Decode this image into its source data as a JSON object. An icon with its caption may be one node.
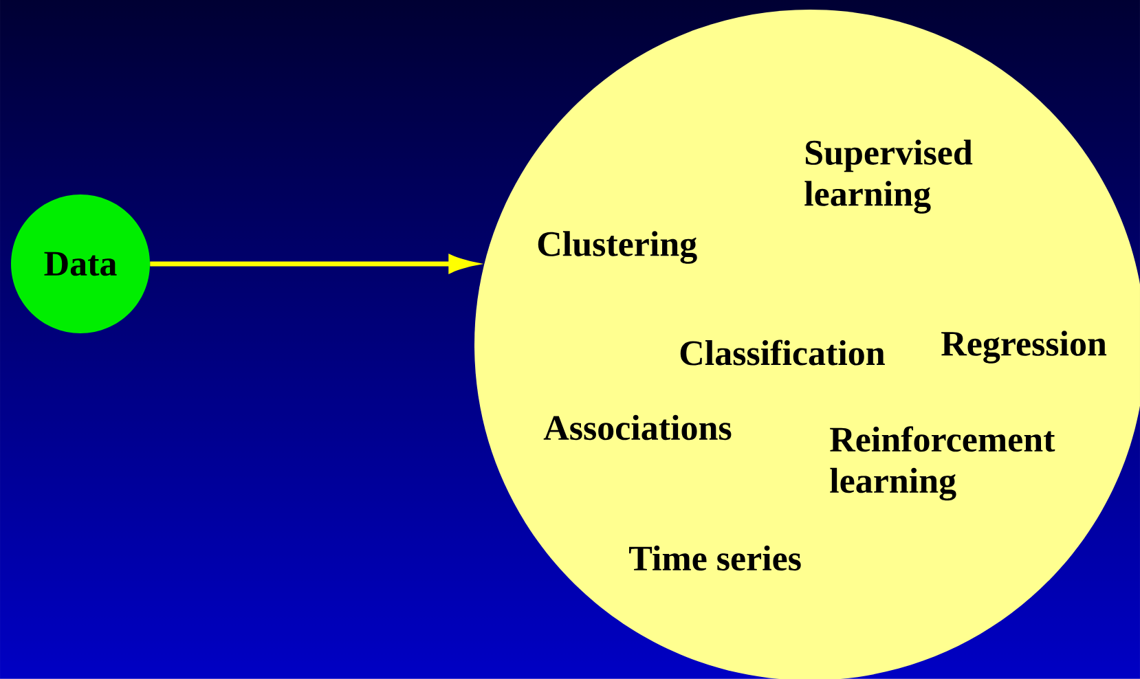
{
  "diagram": {
    "nodes": [
      {
        "text": [
          "Data"
        ]
      },
      {
        "text": [
          "Supervised learning",
          "Clustering",
          "Classification",
          "Regression",
          "Associations",
          "Reinforcement learning",
          "Time series"
        ]
      }
    ],
    "edges": [
      {
        "from": 0,
        "to": 1,
        "arrow": "to"
      }
    ]
  }
}
